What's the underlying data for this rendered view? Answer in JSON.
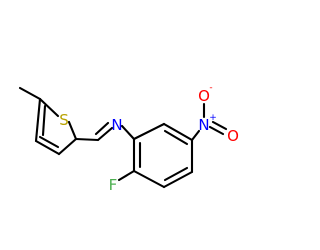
{
  "molecule": {
    "atoms": {
      "sulfur": {
        "label": "S",
        "color": "#b8a200"
      },
      "nitrogen_imine": {
        "label": "N",
        "color": "#0000ff"
      },
      "nitrogen_nitro": {
        "label": "N",
        "color": "#0000ff"
      },
      "nitro_charge": {
        "label": "+",
        "color": "#0000ff"
      },
      "oxygen_top": {
        "label": "O",
        "color": "#ff0000"
      },
      "oxygen_top_charge": {
        "label": "-",
        "color": "#ff0000"
      },
      "oxygen_right": {
        "label": "O",
        "color": "#ff0000"
      },
      "fluorine": {
        "label": "F",
        "color": "#4caf50"
      }
    },
    "bond_color": "#000000"
  }
}
